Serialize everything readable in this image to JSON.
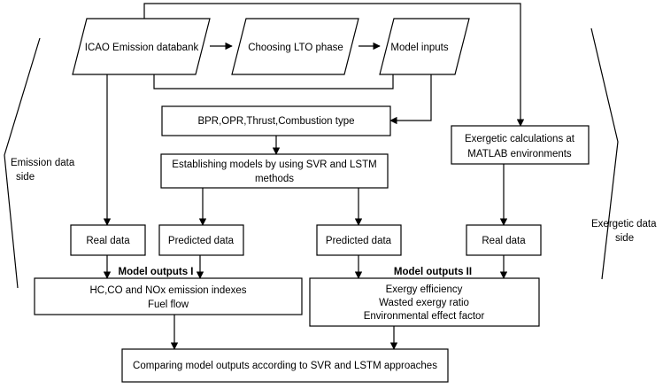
{
  "nodes": {
    "icao_databank": "ICAO Emission databank",
    "choosing_lto": "Choosing LTO phase",
    "model_inputs": "Model inputs",
    "input_params": "BPR,OPR,Thrust,Combustion type",
    "establishing_models_line1": "Establishing  models by using SVR and LSTM",
    "establishing_models_line2": "methods",
    "exergetic_calc_line1": "Exergetic calculations at",
    "exergetic_calc_line2": "MATLAB environments",
    "real_data_left": "Real data",
    "predicted_data_left": "Predicted data",
    "predicted_data_right": "Predicted data",
    "real_data_right": "Real data",
    "emission_outputs_line1": "HC,CO and NOx emission indexes",
    "emission_outputs_line2": "Fuel flow",
    "exergy_outputs_line1": "Exergy efficiency",
    "exergy_outputs_line2": "Wasted exergy ratio",
    "exergy_outputs_line3": "Environmental effect factor",
    "comparing": "Comparing model outputs according to SVR and LSTM approaches"
  },
  "labels": {
    "model_outputs_1": "Model outputs I",
    "model_outputs_2": "Model outputs II",
    "emission_side_line1": "Emission data",
    "emission_side_line2": "side",
    "exergetic_side_line1": "Exergetic data",
    "exergetic_side_line2": "side"
  }
}
